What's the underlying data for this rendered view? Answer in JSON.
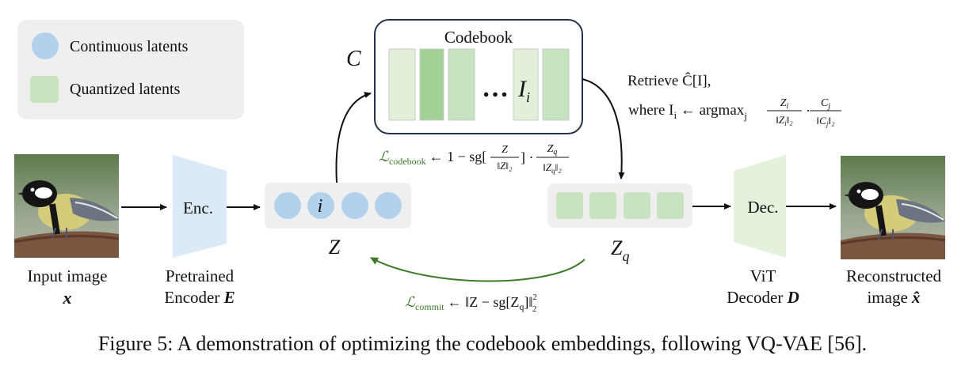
{
  "legend": {
    "continuous_label": "Continuous latents",
    "quantized_label": "Quantized latents"
  },
  "codebook": {
    "title": "Codebook",
    "symbol": "C",
    "ellipsis": "…",
    "index_label": "I",
    "index_sub": "i"
  },
  "retrieve": {
    "line1": "Retrieve Ĉ[I],",
    "line2_where": "where I",
    "line2_sub": "i",
    "line2_rest": " ← argmax",
    "line2_j": "j",
    "frac1_num": "Z",
    "frac1_num_sub": "i",
    "frac1_den": "‖Z",
    "frac1_den_sub": "i",
    "frac1_den_end": "‖₂",
    "dot": "·",
    "frac2_num": "C",
    "frac2_num_sub": "j",
    "frac2_den": "‖C",
    "frac2_den_sub": "j",
    "frac2_den_end": "‖₂"
  },
  "loss_codebook": {
    "symbol": "ℒ",
    "sub": "codebook",
    "rhs": "← 1 − sg[",
    "frac1_num": "Z",
    "frac1_den": "‖Z‖₂",
    "close": "] ·",
    "frac2_num": "Z",
    "frac2_num_sub": "q",
    "frac2_den": "‖Z",
    "frac2_den_sub": "q",
    "frac2_den_end": "‖₂"
  },
  "loss_commit": {
    "symbol": "ℒ",
    "sub": "commit",
    "rhs": "← ‖Z − sg[Z",
    "rhs_sub": "q",
    "rhs_end": "]‖",
    "sup": "2",
    "sub2": "2"
  },
  "input": {
    "line1": "Input image",
    "line2": "x"
  },
  "encoder": {
    "label": "Enc.",
    "line1": "Pretrained",
    "line2": "Encoder ",
    "line2_sym": "E"
  },
  "z": {
    "token": "i",
    "label": "Z"
  },
  "zq": {
    "label": "Z",
    "sub": "q"
  },
  "decoder": {
    "label": "Dec.",
    "line1": "ViT",
    "line2": "Decoder ",
    "line2_sym": "D"
  },
  "output": {
    "line1": "Reconstructed",
    "line2": "image ",
    "line2_sym": "x̂"
  },
  "caption": "Figure 5: A demonstration of optimizing the codebook embeddings, following VQ-VAE [56].",
  "colors": {
    "continuous": "#b3d1ec",
    "quantized_light": "#c8e3bf",
    "quantized_dark": "#a2d195",
    "quantized_pale": "#e2efdb",
    "encoder": "#dce9f6",
    "decoder": "#e4f1dc",
    "panel": "#efefef",
    "green_text": "#3d7a2a"
  }
}
